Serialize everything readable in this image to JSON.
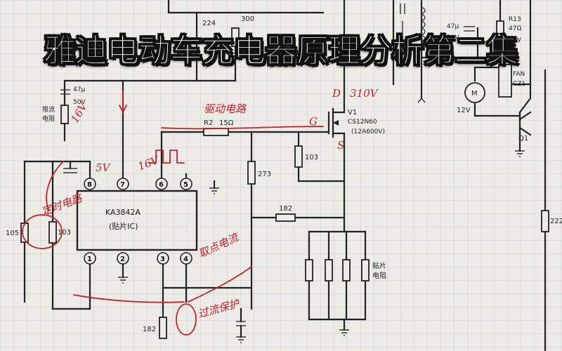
{
  "video_title": "雅迪电动车充电器原理分析第二集",
  "schematic": {
    "ic": {
      "name": "KA3842A",
      "sub": "(贴片IC)"
    },
    "pins_top": [
      "8",
      "7",
      "6",
      "5"
    ],
    "pins_bottom": [
      "1",
      "2",
      "3",
      "4"
    ],
    "mosfet": {
      "ref": "V1",
      "part": "CS12N60",
      "rating": "(12A600V)"
    },
    "components": {
      "r2": "R2",
      "r2_value": "15Ω",
      "r273": "273",
      "r103_gate": "103",
      "r182_mid": "182",
      "r103_left": "103",
      "r105": "105",
      "r182_bottom": "182",
      "r222": "222",
      "r300": "300",
      "r224": "224",
      "cap_47_top": "47μ",
      "cap_50v_top": "50V",
      "cap_47_left": "47μ",
      "cap_50v_left": "50V",
      "r13": "R13",
      "r13_value": "47Ω",
      "r13_power": "1W",
      "fan_label": "FAN",
      "fan_ref": "CZ1",
      "fan_voltage": "12V",
      "fan_symbol": "M",
      "q1": "Q1",
      "smd_res_1": "贴片",
      "smd_res_2": "电阻",
      "current_limit_1": "限流",
      "current_limit_2": "电阻"
    },
    "pin_labels": {
      "d": "D",
      "g": "G",
      "s": "S"
    },
    "annotations": {
      "d_voltage": "310V",
      "drive_note": "驱动电路",
      "v16_a": "16V",
      "v16_b": "16V",
      "v5": "5V",
      "timing_note": "定时电路",
      "sampling_note": "取点电流",
      "protect_note": "过流保护"
    }
  }
}
